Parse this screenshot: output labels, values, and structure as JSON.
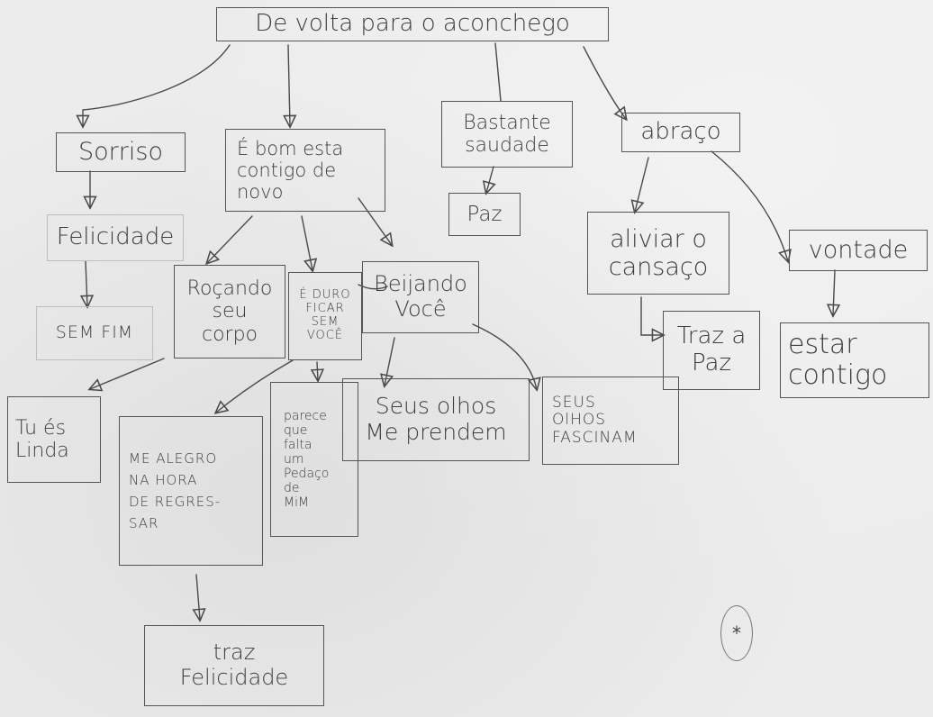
{
  "diagram": {
    "root": "De volta para o aconchego",
    "nodes": {
      "sorriso": "Sorriso",
      "bom": "É bom esta\ncontigo de\nnovo",
      "saudade": "Bastante\nsaudade",
      "abraco": "abraço",
      "felicidade": "Felicidade",
      "paz": "Paz",
      "aliviar": "aliviar o\ncansaço",
      "vontade": "vontade",
      "sem_fim": "SEM FIM",
      "rocando": "Roçando\nseu\ncorpo",
      "e_duro": "É DURO\nFICAR\nSEM\nVOCÊ",
      "beijando": "Beijando\nVocê",
      "traz_paz": "Traz a\nPaz",
      "estar": "estar\ncontigo",
      "tu_linda": "Tu és\nLinda",
      "me_alegro": "ME ALEGRO\nNA HORA\nDE REGRES-\nSAR",
      "parece": "parece\nque\nfalta\num\nPedaço\nde\nMiM",
      "seus_olhos_prendem": "Seus olhos\nMe prendem",
      "seus_olhos_fascinam": "SEUS\nOlHOS\nFASCINAM",
      "traz_felicidade": "traz\nFelicidade"
    },
    "corner_mark": "*"
  }
}
